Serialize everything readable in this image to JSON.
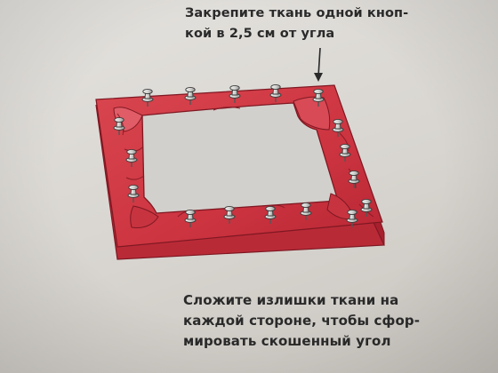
{
  "captions": {
    "top": {
      "lines": [
        "Закрепите ткань одной кноп-",
        "кой в 2,5 см от угла"
      ]
    },
    "bottom": {
      "lines": [
        "Сложите излишки ткани на",
        "каждой стороне, чтобы сфор-",
        "мировать скошенный угол"
      ]
    }
  },
  "colors": {
    "fabric": "#cf3a45",
    "fabric_dark": "#a8202d",
    "fabric_light": "#e06b73",
    "frame_inner": "#d3d1cd",
    "pin_head": "#d8d8d6",
    "pin_outline": "#3a3a3a",
    "text": "#2a2a2a"
  },
  "illustration": {
    "subject": "upholstered-frame-with-pins",
    "pin_icon": "push-pin-icon",
    "pin_count": 17
  }
}
